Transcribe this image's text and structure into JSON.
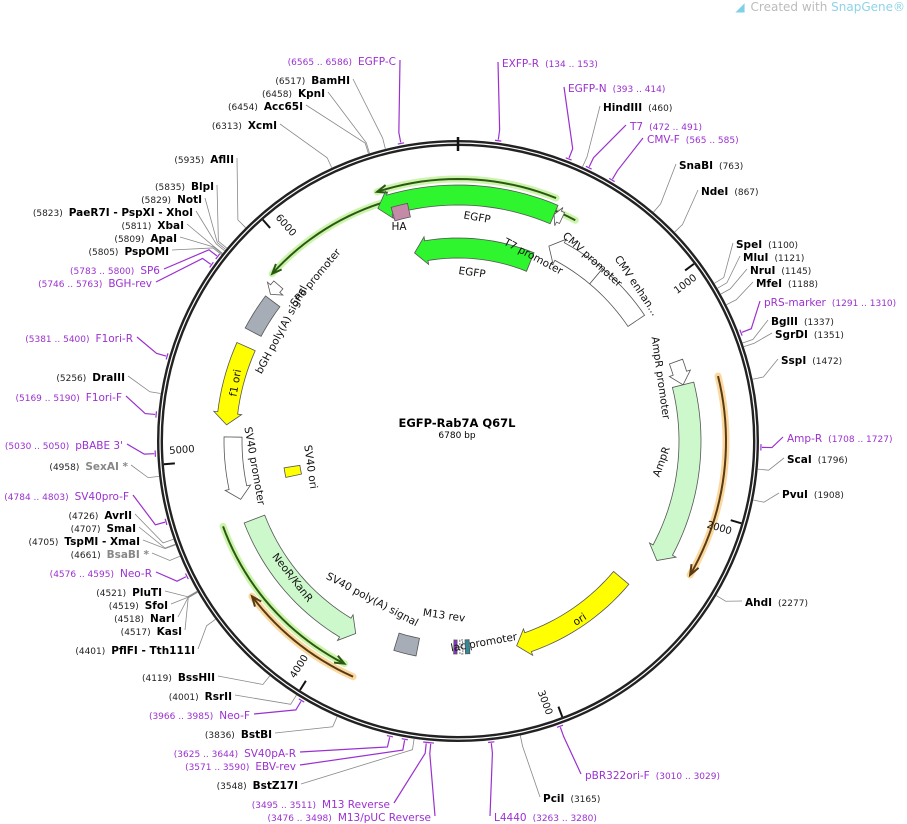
{
  "watermark": {
    "prefix": "Created with ",
    "brand": "SnapGene®",
    "icon": "snapgene-logo-icon"
  },
  "plasmid": {
    "name": "EGFP-Rab7A Q67L",
    "length_label": "6780 bp",
    "length": 6780
  },
  "ticks": [
    "1000",
    "2000",
    "3000",
    "4000",
    "5000",
    "6000"
  ],
  "colors": {
    "primer": "#9b30d0",
    "backbone": "#222222",
    "site_line": "#888888"
  },
  "sites": [
    {
      "name": "BamHI",
      "pos": 6517
    },
    {
      "name": "KpnI",
      "pos": 6458
    },
    {
      "name": "Acc65I",
      "pos": 6454
    },
    {
      "name": "XcmI",
      "pos": 6313
    },
    {
      "name": "AflII",
      "pos": 5935
    },
    {
      "name": "BlpI",
      "pos": 5835
    },
    {
      "name": "NotI",
      "pos": 5829
    },
    {
      "name": "PaeR7I  - PspXI  - XhoI",
      "pos": 5823
    },
    {
      "name": "XbaI",
      "pos": 5811
    },
    {
      "name": "ApaI",
      "pos": 5809
    },
    {
      "name": "PspOMI",
      "pos": 5805
    },
    {
      "name": "DraIII",
      "pos": 5256
    },
    {
      "name": "SexAI *",
      "pos": 4958,
      "dim": true
    },
    {
      "name": "AvrII",
      "pos": 4726
    },
    {
      "name": "SmaI",
      "pos": 4707
    },
    {
      "name": "TspMI  - XmaI",
      "pos": 4705
    },
    {
      "name": "BsaBI *",
      "pos": 4661,
      "dim": true
    },
    {
      "name": "PluTI",
      "pos": 4521
    },
    {
      "name": "SfoI",
      "pos": 4519
    },
    {
      "name": "NarI",
      "pos": 4518
    },
    {
      "name": "KasI",
      "pos": 4517
    },
    {
      "name": "PflFI  - Tth111I",
      "pos": 4401
    },
    {
      "name": "BssHII",
      "pos": 4119
    },
    {
      "name": "RsrII",
      "pos": 4001
    },
    {
      "name": "BstBI",
      "pos": 3836
    },
    {
      "name": "BstZ17I",
      "pos": 3548
    },
    {
      "name": "HindIII",
      "pos": 460
    },
    {
      "name": "SnaBI",
      "pos": 763
    },
    {
      "name": "NdeI",
      "pos": 867
    },
    {
      "name": "SpeI",
      "pos": 1100
    },
    {
      "name": "MluI",
      "pos": 1121
    },
    {
      "name": "NruI",
      "pos": 1145
    },
    {
      "name": "MfeI",
      "pos": 1188
    },
    {
      "name": "BglII",
      "pos": 1337
    },
    {
      "name": "SgrDI",
      "pos": 1351
    },
    {
      "name": "SspI",
      "pos": 1472
    },
    {
      "name": "ScaI",
      "pos": 1796
    },
    {
      "name": "PvuI",
      "pos": 1908
    },
    {
      "name": "AhdI",
      "pos": 2277
    },
    {
      "name": "PciI",
      "pos": 3165
    }
  ],
  "primers": [
    {
      "name": "EGFP-C",
      "range": "6565 .. 6586",
      "start": 6565,
      "end": 6586
    },
    {
      "name": "SP6",
      "range": "5783 .. 5800",
      "start": 5783,
      "end": 5800
    },
    {
      "name": "BGH-rev",
      "range": "5746 .. 5763",
      "start": 5746,
      "end": 5763
    },
    {
      "name": "F1ori-R",
      "range": "5381 .. 5400",
      "start": 5381,
      "end": 5400
    },
    {
      "name": "F1ori-F",
      "range": "5169 .. 5190",
      "start": 5169,
      "end": 5190
    },
    {
      "name": "pBABE 3'",
      "range": "5030 .. 5050",
      "start": 5030,
      "end": 5050
    },
    {
      "name": "SV40pro-F",
      "range": "4784 .. 4803",
      "start": 4784,
      "end": 4803
    },
    {
      "name": "Neo-R",
      "range": "4576 .. 4595",
      "start": 4576,
      "end": 4595
    },
    {
      "name": "Neo-F",
      "range": "3966 .. 3985",
      "start": 3966,
      "end": 3985
    },
    {
      "name": "SV40pA-R",
      "range": "3625 .. 3644",
      "start": 3625,
      "end": 3644
    },
    {
      "name": "EBV-rev",
      "range": "3571 .. 3590",
      "start": 3571,
      "end": 3590
    },
    {
      "name": "M13 Reverse",
      "range": "3495 .. 3511",
      "start": 3495,
      "end": 3511
    },
    {
      "name": "M13/pUC Reverse",
      "range": "3476 .. 3498",
      "start": 3476,
      "end": 3498
    },
    {
      "name": "EXFP-R",
      "range": "134 .. 153",
      "start": 134,
      "end": 153
    },
    {
      "name": "EGFP-N",
      "range": "393 .. 414",
      "start": 393,
      "end": 414
    },
    {
      "name": "T7",
      "range": "472 .. 491",
      "start": 472,
      "end": 491
    },
    {
      "name": "CMV-F",
      "range": "565 .. 585",
      "start": 565,
      "end": 585
    },
    {
      "name": "pRS-marker",
      "range": "1291 .. 1310",
      "start": 1291,
      "end": 1310
    },
    {
      "name": "Amp-R",
      "range": "1708 .. 1727",
      "start": 1708,
      "end": 1727
    },
    {
      "name": "pBR322ori-F",
      "range": "3010 .. 3029",
      "start": 3010,
      "end": 3029
    },
    {
      "name": "L4440",
      "range": "3263 .. 3280",
      "start": 3263,
      "end": 3280
    }
  ],
  "features": [
    {
      "name": "EGFP",
      "start": 6422,
      "end": 433,
      "direction": "reverse",
      "color": "#2ef52e"
    },
    {
      "name": "HA",
      "start": 6479,
      "end": 6554,
      "direction": "none",
      "color": "#c48ba8"
    },
    {
      "name": "EGFP",
      "start": 6535,
      "end": 414,
      "direction": "reverse",
      "color": "#2ef52e"
    },
    {
      "name": "T7 promoter",
      "start": 433,
      "end": 471,
      "direction": "reverse",
      "color": "#ffffff"
    },
    {
      "name": "CMV promoter",
      "start": 471,
      "end": 753,
      "direction": "reverse",
      "color": "#ffffff"
    },
    {
      "name": "CMV enhan...",
      "start": 753,
      "end": 1055,
      "direction": "none",
      "color": "#ffffff"
    },
    {
      "name": "AmpR promoter",
      "start": 1318,
      "end": 1431,
      "direction": "forward",
      "color": "#ffffff"
    },
    {
      "name": "AmpR",
      "start": 1431,
      "end": 2279,
      "direction": "forward",
      "color": "#ccf8cc"
    },
    {
      "name": "ori",
      "start": 2448,
      "end": 3089,
      "direction": "forward",
      "color": "#ffff00"
    },
    {
      "name": "lac promoter",
      "start": 3330,
      "end": 3352,
      "direction": "none",
      "color": "#2f8a9a"
    },
    {
      "name": "M13 rev",
      "start": 3395,
      "end": 3412,
      "direction": "none",
      "color": "#8a2fc8"
    },
    {
      "name": "SV40 poly(A) signal",
      "start": 3598,
      "end": 3711,
      "direction": "none",
      "color": "#a7adb7"
    },
    {
      "name": "NeoR/KanR",
      "start": 3917,
      "end": 4690,
      "direction": "reverse",
      "color": "#ccf8cc"
    },
    {
      "name": "SV40 ori",
      "start": 4860,
      "end": 4920,
      "direction": "none",
      "color": "#ffff00"
    },
    {
      "name": "SV40 promoter",
      "start": 4802,
      "end": 5104,
      "direction": "reverse",
      "color": "#ffffff"
    },
    {
      "name": "f1 ori",
      "start": 5160,
      "end": 5537,
      "direction": "reverse",
      "color": "#ffff00"
    },
    {
      "name": "bGH poly(A) signal",
      "start": 5612,
      "end": 5782,
      "direction": "none",
      "color": "#a7adb7"
    },
    {
      "name": "SP6 promoter",
      "start": 5801,
      "end": 5857,
      "direction": "reverse",
      "color": "#ffffff"
    }
  ],
  "orfs": [
    {
      "start": 6441,
      "end": 414,
      "direction": "reverse",
      "color": "#2a5a10",
      "glow": "#b8f08a"
    },
    {
      "start": 5876,
      "end": 527,
      "direction": "reverse",
      "color": "#2a5a10",
      "glow": "#b8f08a"
    },
    {
      "start": 3899,
      "end": 4709,
      "direction": "reverse",
      "color": "#2a5a10",
      "glow": "#b8f08a"
    },
    {
      "start": 1431,
      "end": 2260,
      "direction": "forward",
      "color": "#5a3a10",
      "glow": "#f8c878"
    },
    {
      "start": 3842,
      "end": 4388,
      "direction": "forward",
      "color": "#5a3a10",
      "glow": "#f8c878"
    }
  ]
}
